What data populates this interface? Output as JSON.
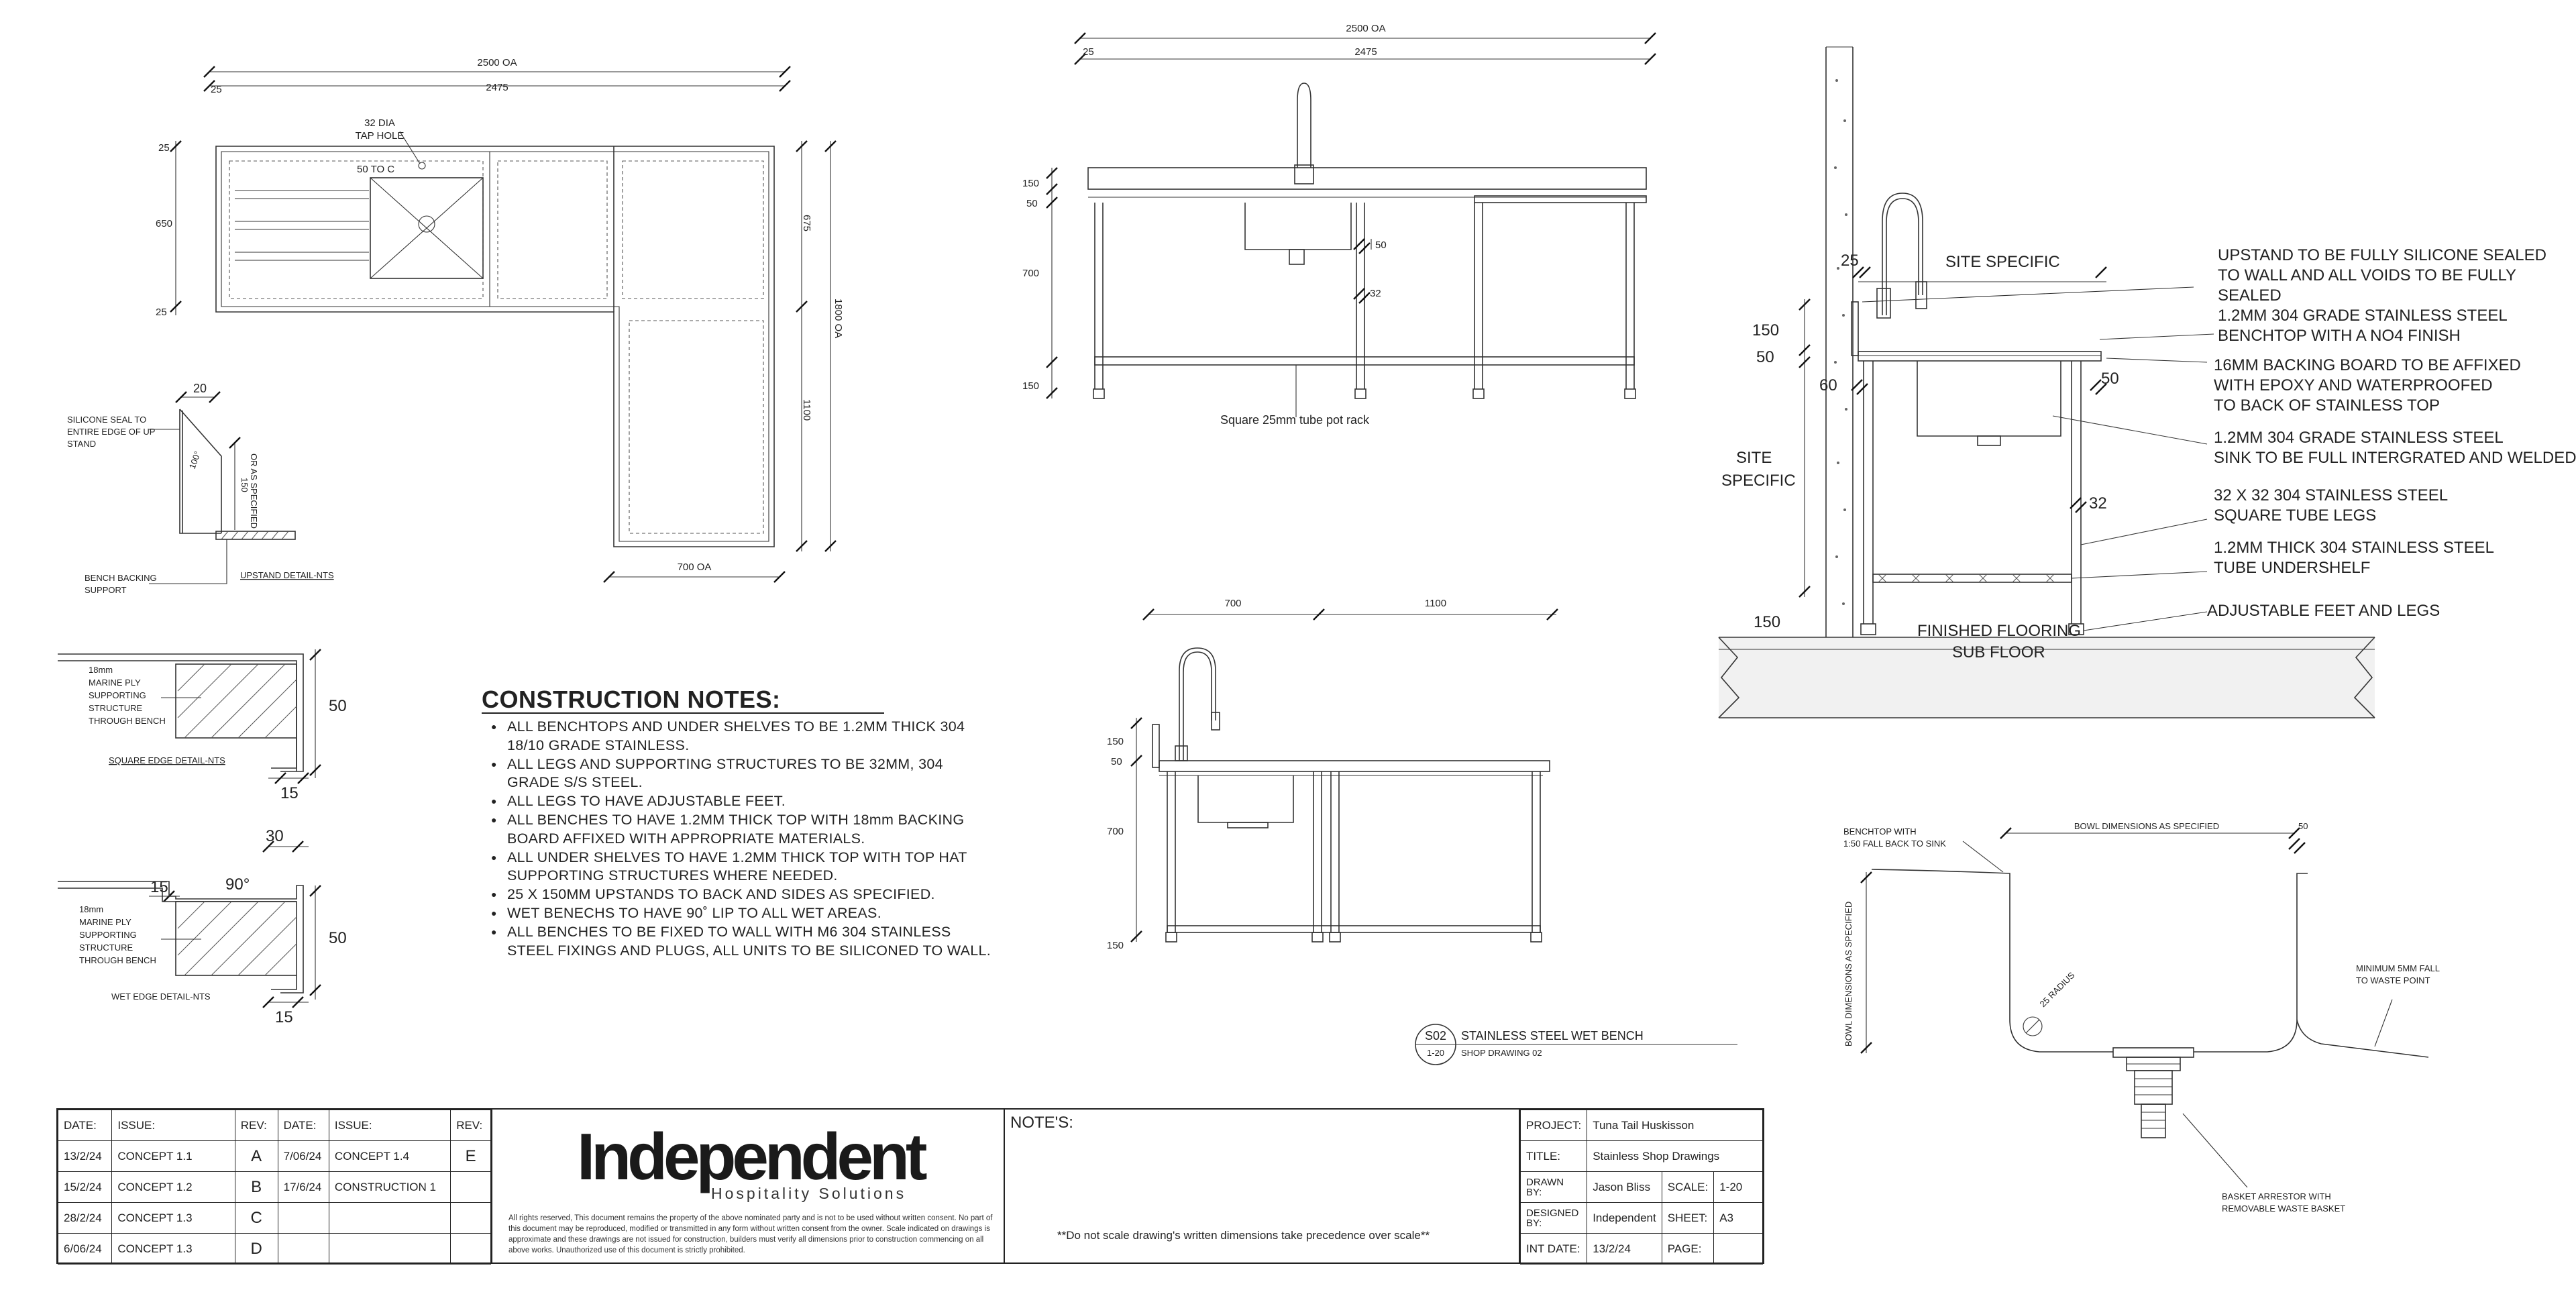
{
  "plan": {
    "overall": "2500 OA",
    "inner": "2475",
    "edge": "25",
    "tap_hole_line1": "32 DIA",
    "tap_hole_line2": "TAP HOLE",
    "tap_offset": "50 TO C",
    "depth": "650",
    "side_depth": "675",
    "total_depth": "1800 OA",
    "return_len": "1100",
    "return_width": "700 OA"
  },
  "upstand": {
    "dim20": "20",
    "silicone_line1": "SILICONE SEAL TO",
    "silicone_line2": "ENTIRE EDGE OF UP",
    "silicone_line3": "STAND",
    "angle": "100°",
    "spec_line1": "150",
    "spec_line2": "OR AS SPECIFIED",
    "backing_line1": "BENCH BACKING",
    "backing_line2": "SUPPORT",
    "caption": "UPSTAND DETAIL-NTS"
  },
  "square_edge": {
    "label_lines": [
      "18mm",
      "MARINE PLY",
      "SUPPORTING",
      "STRUCTURE",
      "THROUGH BENCH"
    ],
    "dim50": "50",
    "dim15": "15",
    "caption": "SQUARE EDGE DETAIL-NTS"
  },
  "wet_edge": {
    "label_lines": [
      "18mm",
      "MARINE PLY",
      "SUPPORTING",
      "STRUCTURE",
      "THROUGH BENCH"
    ],
    "dim30": "30",
    "dim15a": "15",
    "angle": "90°",
    "dim50": "50",
    "dim15b": "15",
    "caption": "WET EDGE DETAIL-NTS"
  },
  "front_elevation": {
    "overall": "2500 OA",
    "inner": "2475",
    "edge": "25",
    "d150a": "150",
    "d50": "50",
    "d700": "700",
    "d150b": "150",
    "d50b": "50",
    "d32": "32",
    "caption": "Square 25mm tube pot rack"
  },
  "side_elevation": {
    "w700": "700",
    "w1100": "1100",
    "d150a": "150",
    "d50": "50",
    "d700": "700",
    "d150b": "150"
  },
  "section": {
    "d25": "25",
    "site_specific_top": "SITE SPECIFIC",
    "d150": "150",
    "d50": "50",
    "d60": "60",
    "d50r": "50",
    "site_line1": "SITE",
    "site_line2": "SPECIFIC",
    "d32": "32",
    "d150b": "150",
    "floor": "FINISHED FLOORING",
    "subfloor": "SUB FLOOR",
    "notes": [
      [
        "UPSTAND TO BE FULLY SILICONE SEALED",
        "TO WALL AND ALL VOIDS TO BE FULLY",
        "SEALED"
      ],
      [
        "1.2MM 304 GRADE STAINLESS STEEL",
        "BENCHTOP WITH A NO4 FINISH"
      ],
      [
        "16MM BACKING BOARD TO BE AFFIXED",
        "WITH EPOXY AND WATERPROOFED",
        "TO BACK OF STAINLESS TOP"
      ],
      [
        "1.2MM 304 GRADE STAINLESS STEEL",
        "SINK TO BE FULL INTERGRATED AND WELDED"
      ],
      [
        "32 X 32 304 STAINLESS STEEL",
        "SQUARE TUBE LEGS"
      ],
      [
        "1.2MM THICK 304 STAINLESS STEEL",
        "TUBE UNDERSHELF"
      ],
      [
        "ADJUSTABLE FEET AND LEGS"
      ]
    ]
  },
  "bowl": {
    "fall_line1": "BENCHTOP WITH",
    "fall_line2": "1:50 FALL BACK TO SINK",
    "dims": "BOWL DIMENSIONS AS SPECIFIED",
    "d50": "50",
    "vertical": "BOWL DIMENSIONS AS SPECIFIED",
    "radius": "25 RADIUS",
    "min_fall_line1": "MINIMUM 5MM FALL",
    "min_fall_line2": "TO WASTE POINT",
    "basket_line1": "BASKET ARRESTOR WITH",
    "basket_line2": "REMOVABLE WASTE BASKET"
  },
  "notes": {
    "title": "CONSTRUCTION NOTES:",
    "items": [
      "ALL BENCHTOPS AND UNDER SHELVES TO BE 1.2MM THICK 304 18/10 GRADE STAINLESS.",
      "ALL LEGS AND SUPPORTING STRUCTURES TO BE 32MM, 304 GRADE S/S STEEL.",
      "ALL LEGS TO HAVE ADJUSTABLE FEET.",
      "ALL BENCHES TO HAVE 1.2MM THICK TOP WITH 18mm BACKING BOARD AFFIXED WITH APPROPRIATE MATERIALS.",
      "ALL UNDER SHELVES TO HAVE 1.2MM THICK TOP WITH TOP HAT SUPPORTING STRUCTURES WHERE NEEDED.",
      "25 X 150MM UPSTANDS TO BACK AND SIDES AS SPECIFIED.",
      "WET BENECHS TO HAVE 90˚ LIP TO ALL WET AREAS.",
      "ALL BENCHES TO BE FIXED TO WALL WITH M6 304 STAINLESS STEEL FIXINGS AND PLUGS, ALL UNITS TO BE SILICONED TO WALL."
    ]
  },
  "drawing_label": {
    "code": "S02",
    "scale": "1-20",
    "title": "STAINLESS STEEL WET BENCH",
    "sub": "SHOP DRAWING 02"
  },
  "revisions": {
    "headers": [
      "DATE:",
      "ISSUE:",
      "REV:",
      "DATE:",
      "ISSUE:",
      "REV:"
    ],
    "rows": [
      [
        "13/2/24",
        "CONCEPT 1.1",
        "A",
        "7/06/24",
        "CONCEPT 1.4",
        "E"
      ],
      [
        "15/2/24",
        "CONCEPT 1.2",
        "B",
        "17/6/24",
        "CONSTRUCTION 1",
        ""
      ],
      [
        "28/2/24",
        "CONCEPT 1.3",
        "C",
        "",
        "",
        ""
      ],
      [
        "6/06/24",
        "CONCEPT 1.3",
        "D",
        "",
        "",
        ""
      ]
    ]
  },
  "company": {
    "name": "Independent",
    "sub": "Hospitality Solutions",
    "disclaimer": "All rights reserved, This document remains the property of the above nominated party and is not to be used without written consent. No part of this document may be reproduced, modified or transmitted in any form without written consent from the owner. Scale indicated on drawings is approximate and these drawings are not issued for construction, builders must verify all dimensions prior to construction commencing on all above works. Unauthorized use of this document is strictly prohibited."
  },
  "notes_box": {
    "label": "NOTE'S:",
    "warning": "**Do not scale drawing's written dimensions take precedence over scale**"
  },
  "title_block": {
    "project_label": "PROJECT:",
    "project": "Tuna Tail Huskisson",
    "title_label": "TITLE:",
    "title": "Stainless Shop Drawings",
    "drawn_label": "DRAWN BY:",
    "drawn": "Jason Bliss",
    "scale_label": "SCALE:",
    "scale": "1-20",
    "designed_label": "DESIGNED BY:",
    "designed": "Independent",
    "sheet_label": "SHEET:",
    "sheet": "A3",
    "int_date_label": "INT DATE:",
    "int_date": "13/2/24",
    "page_label": "PAGE:",
    "page": ""
  }
}
